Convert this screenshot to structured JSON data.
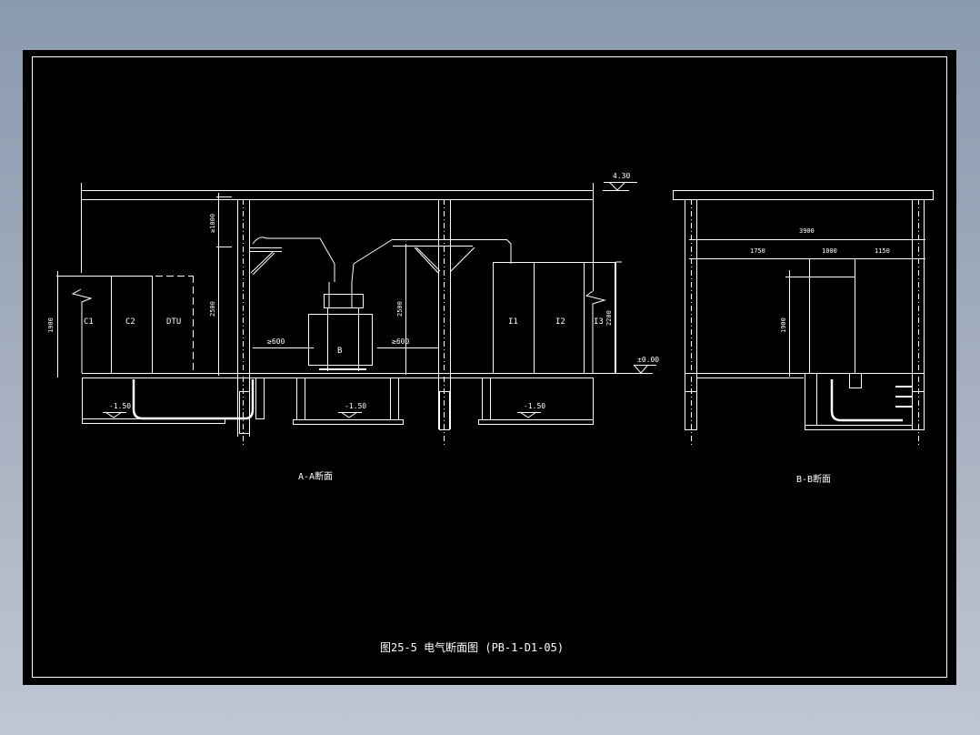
{
  "drawing": {
    "title": "图25-5 电气断面图 (PB-1-D1-05)",
    "background_color": "#000000",
    "line_color": "#ffffff",
    "section_aa": {
      "caption": "A-A断面",
      "cabinets_left": [
        "C1",
        "C2",
        "DTU"
      ],
      "transformer_label": "B",
      "cabinets_right": [
        "I1",
        "I2",
        "I3"
      ],
      "dim_top_clearance": "≥1000",
      "dim_left_height": "2500",
      "dim_cabinet_height_left": "1900",
      "dim_mid_height": "2500",
      "dim_right_height": "2200",
      "clearance_left": "≥600",
      "clearance_right": "≥600",
      "elevation_roof": "4.30",
      "elevation_floor": "±0.00",
      "elevation_pit": [
        "-1.50",
        "-1.50",
        "-1.50"
      ]
    },
    "section_bb": {
      "caption": "B-B断面",
      "dim_total": "3900",
      "dim_segments": [
        "1750",
        "1000",
        "1150"
      ],
      "dim_height": "1900"
    }
  }
}
